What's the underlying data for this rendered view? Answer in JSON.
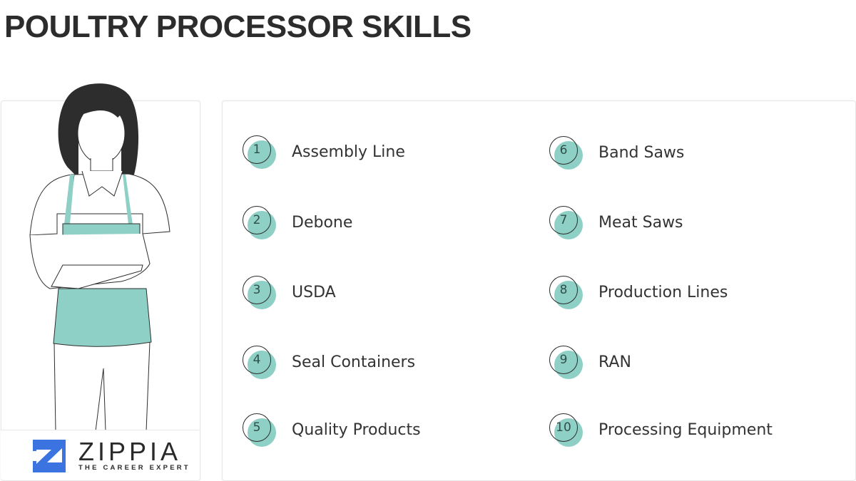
{
  "header": {
    "title": "POULTRY PROCESSOR SKILLS"
  },
  "colors": {
    "accent_teal": "#8fd0c6",
    "text_dark": "#2c2c2c",
    "logo_blue": "#3b73e0"
  },
  "illustration": {
    "subject": "woman-in-apron-arms-crossed"
  },
  "logo": {
    "name": "ZIPPIA",
    "tagline": "THE CAREER EXPERT",
    "icon": "zippia-z-icon"
  },
  "skills": [
    {
      "number": "1",
      "label": "Assembly Line"
    },
    {
      "number": "2",
      "label": "Debone"
    },
    {
      "number": "3",
      "label": "USDA"
    },
    {
      "number": "4",
      "label": "Seal Containers"
    },
    {
      "number": "5",
      "label": "Quality Products"
    },
    {
      "number": "6",
      "label": "Band Saws"
    },
    {
      "number": "7",
      "label": "Meat Saws"
    },
    {
      "number": "8",
      "label": "Production Lines"
    },
    {
      "number": "9",
      "label": "RAN"
    },
    {
      "number": "10",
      "label": "Processing Equipment"
    }
  ]
}
